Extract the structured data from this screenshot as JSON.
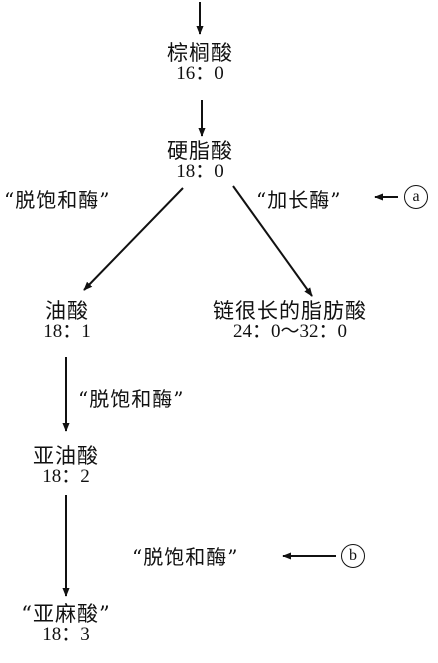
{
  "nodes": {
    "palmitic": {
      "name": "棕榈酸",
      "ratio": "16：0"
    },
    "stearic": {
      "name": "硬脂酸",
      "ratio": "18：0"
    },
    "oleic": {
      "name": "油酸",
      "ratio": "18：1"
    },
    "very_long": {
      "name": "链很长的脂肪酸",
      "ratio": "24：0～32：0"
    },
    "linoleic": {
      "name": "亚油酸",
      "ratio": "18：2"
    },
    "linolenic": {
      "name": "“亚麻酸”",
      "ratio": "18：3"
    }
  },
  "enzymes": {
    "desaturase_1": "“脱饱和酶”",
    "elongase": "“加长酶”",
    "desaturase_2": "“脱饱和酶”",
    "desaturase_3": "“脱饱和酶”"
  },
  "markers": {
    "a": "a",
    "b": "b"
  }
}
